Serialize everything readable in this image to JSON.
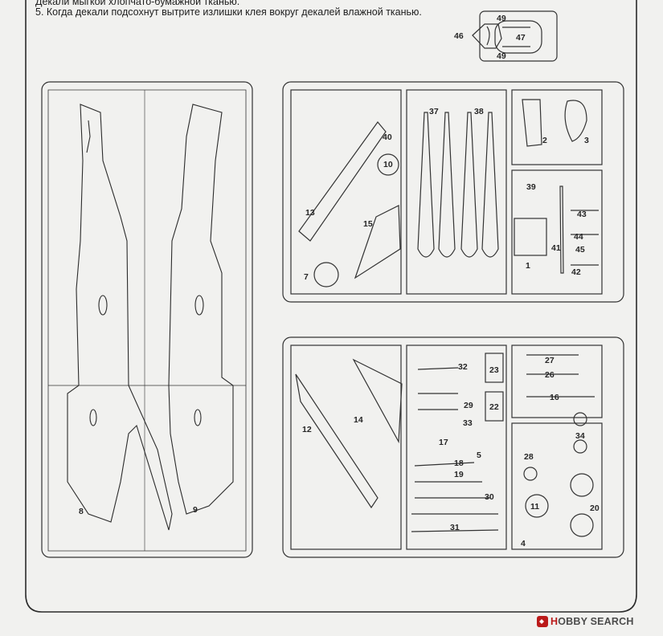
{
  "instructions": {
    "line1": "Декали мыгкой хлопчато-бумажной тканью.",
    "line2": "5. Когда декали подсохнут вытрите излишки клея вокруг декалей влажной тканью."
  },
  "watermark": {
    "brand_part1": "H",
    "brand_part2": "OBBY",
    "brand_part3": " SEARCH"
  },
  "parts": {
    "small_sprue": {
      "p46": "46",
      "p47": "47",
      "p49a": "49",
      "p49b": "49"
    },
    "fuselage": {
      "p8": "8",
      "p9": "9"
    },
    "sprue_upper": {
      "p40": "40",
      "p10": "10",
      "p13": "13",
      "p15": "15",
      "p7": "7",
      "p37": "37",
      "p38": "38",
      "p2": "2",
      "p3": "3",
      "p39": "39",
      "p43": "43",
      "p44": "44",
      "p45": "45",
      "p41": "41",
      "p1": "1",
      "p42": "42"
    },
    "sprue_lower": {
      "p12": "12",
      "p14": "14",
      "p32": "32",
      "p23": "23",
      "p29": "29",
      "p22": "22",
      "p33": "33",
      "p17": "17",
      "p5": "5",
      "p18": "18",
      "p19": "19",
      "p30": "30",
      "p31": "31",
      "p28": "28",
      "p11": "11",
      "p4": "4",
      "p27": "27",
      "p26": "26",
      "p16": "16",
      "p34": "34",
      "p20": "20"
    }
  }
}
